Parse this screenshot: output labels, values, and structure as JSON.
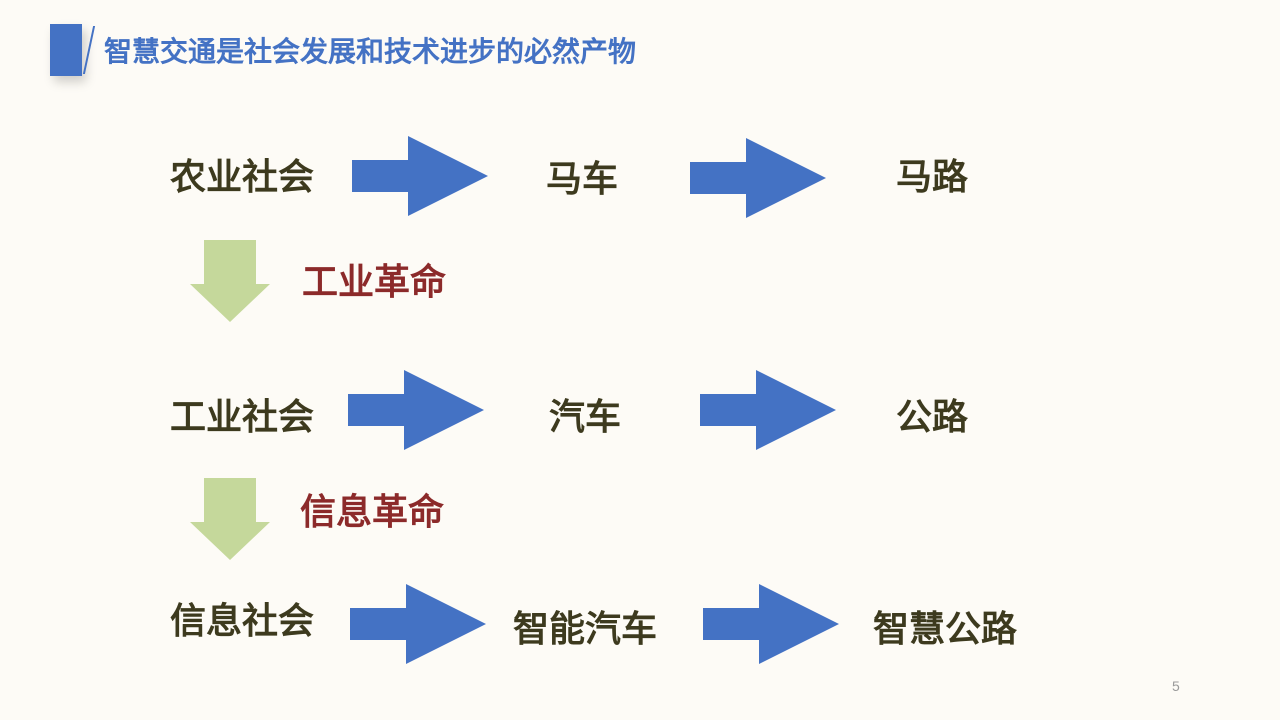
{
  "slide": {
    "title": "智慧交通是社会发展和技术进步的必然产物",
    "page_number": "5"
  },
  "rows": [
    {
      "society": "农业社会",
      "vehicle": "马车",
      "road": "马路"
    },
    {
      "society": "工业社会",
      "vehicle": "汽车",
      "road": "公路"
    },
    {
      "society": "信息社会",
      "vehicle": "智能汽车",
      "road": "智慧公路"
    }
  ],
  "revolutions": [
    "工业革命",
    "信息革命"
  ],
  "colors": {
    "title": "#4472c4",
    "right_arrow": "#4472c4",
    "down_arrow": "#c5d89b",
    "node_text": "#3d3a1e",
    "revolution_text": "#8c2a2a",
    "background": "#fdfbf6"
  }
}
